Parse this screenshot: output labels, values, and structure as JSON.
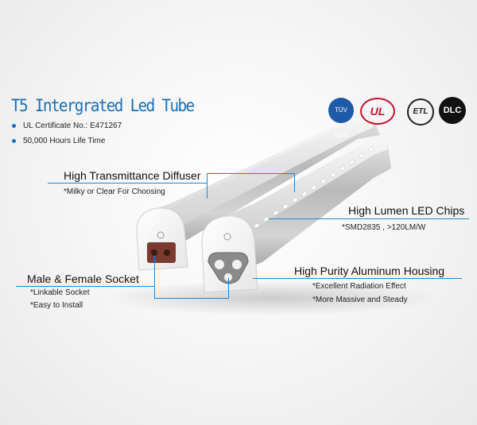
{
  "title": "T5 Intergrated Led Tube",
  "bullets": [
    "UL Certificate  No.: E471267",
    "50,000 Hours Life Time"
  ],
  "certifications": {
    "tuv": "TÜV SÜD",
    "ul": "UL",
    "etl": "ETL",
    "dlc": "DLC"
  },
  "callouts": {
    "diffuser": {
      "label": "High Transmittance Diffuser",
      "notes": [
        "*Milky or Clear For Choosing"
      ]
    },
    "chips": {
      "label": "High Lumen LED Chips",
      "notes": [
        "*SMD2835 , >120LM/W"
      ]
    },
    "socket": {
      "label": "Male & Female Socket",
      "notes": [
        "*Linkable Socket",
        "*Easy to Install"
      ]
    },
    "housing": {
      "label": "High Purity Aluminum Housing",
      "notes": [
        "*Excellent Radiation Effect",
        "*More Massive and Steady"
      ]
    }
  },
  "colors": {
    "accent": "#1a6fb5",
    "callout_line": "#1d87d6"
  }
}
